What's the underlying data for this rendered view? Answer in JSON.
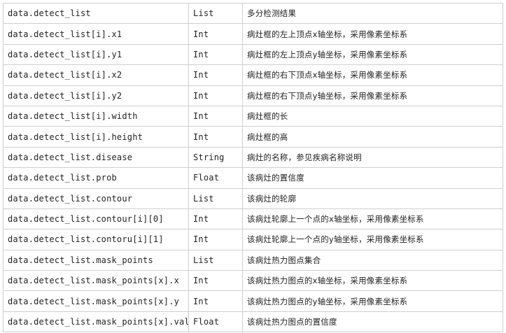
{
  "rows": [
    {
      "field": "data.detect_list",
      "type": "List",
      "desc": "多分检测结果"
    },
    {
      "field": "data.detect_list[i].x1",
      "type": "Int",
      "desc": "病灶框的左上顶点x轴坐标，采用像素坐标系"
    },
    {
      "field": "data.detect_list[i].y1",
      "type": "Int",
      "desc": "病灶框的左上顶点y轴坐标，采用像素坐标系"
    },
    {
      "field": "data.detect_list[i].x2",
      "type": "Int",
      "desc": "病灶框的右下顶点x轴坐标，采用像素坐标系"
    },
    {
      "field": "data.detect_list[i].y2",
      "type": "Int",
      "desc": "病灶框的右下顶点y轴坐标，采用像素坐标系"
    },
    {
      "field": "data.detect_list[i].width",
      "type": "Int",
      "desc": "病灶框的长"
    },
    {
      "field": "data.detect_list[i].height",
      "type": "Int",
      "desc": "病灶框的高"
    },
    {
      "field": "data.detect_list.disease",
      "type": "String",
      "desc": "病灶的名称，参见疾病名称说明"
    },
    {
      "field": "data.detect_list.prob",
      "type": "Float",
      "desc": "该病灶的置信度"
    },
    {
      "field": "data.detect_list.contour",
      "type": "List",
      "desc": "该病灶的轮廓"
    },
    {
      "field": "data.detect_list.contour[i][0]",
      "type": "Int",
      "desc": "该病灶轮廓上一个点的x轴坐标，采用像素坐标系"
    },
    {
      "field": "data.detect_list.contoru[i][1]",
      "type": "Int",
      "desc": "该病灶轮廓上一个点的y轴坐标，采用像素坐标系"
    },
    {
      "field": "data.detect_list.mask_points",
      "type": "List",
      "desc": "该病灶热力图点集合"
    },
    {
      "field": "data.detect_list.mask_points[x].x",
      "type": "Int",
      "desc": "该病灶热力图点的x轴坐标，采用像素坐标系"
    },
    {
      "field": "data.detect_list.mask_points[x].y",
      "type": "Int",
      "desc": "该病灶热力图点的y轴坐标，采用像素坐标系"
    },
    {
      "field": "data.detect_list.mask_points[x].value",
      "type": "Float",
      "desc": "该病灶热力图点的置信度"
    }
  ]
}
